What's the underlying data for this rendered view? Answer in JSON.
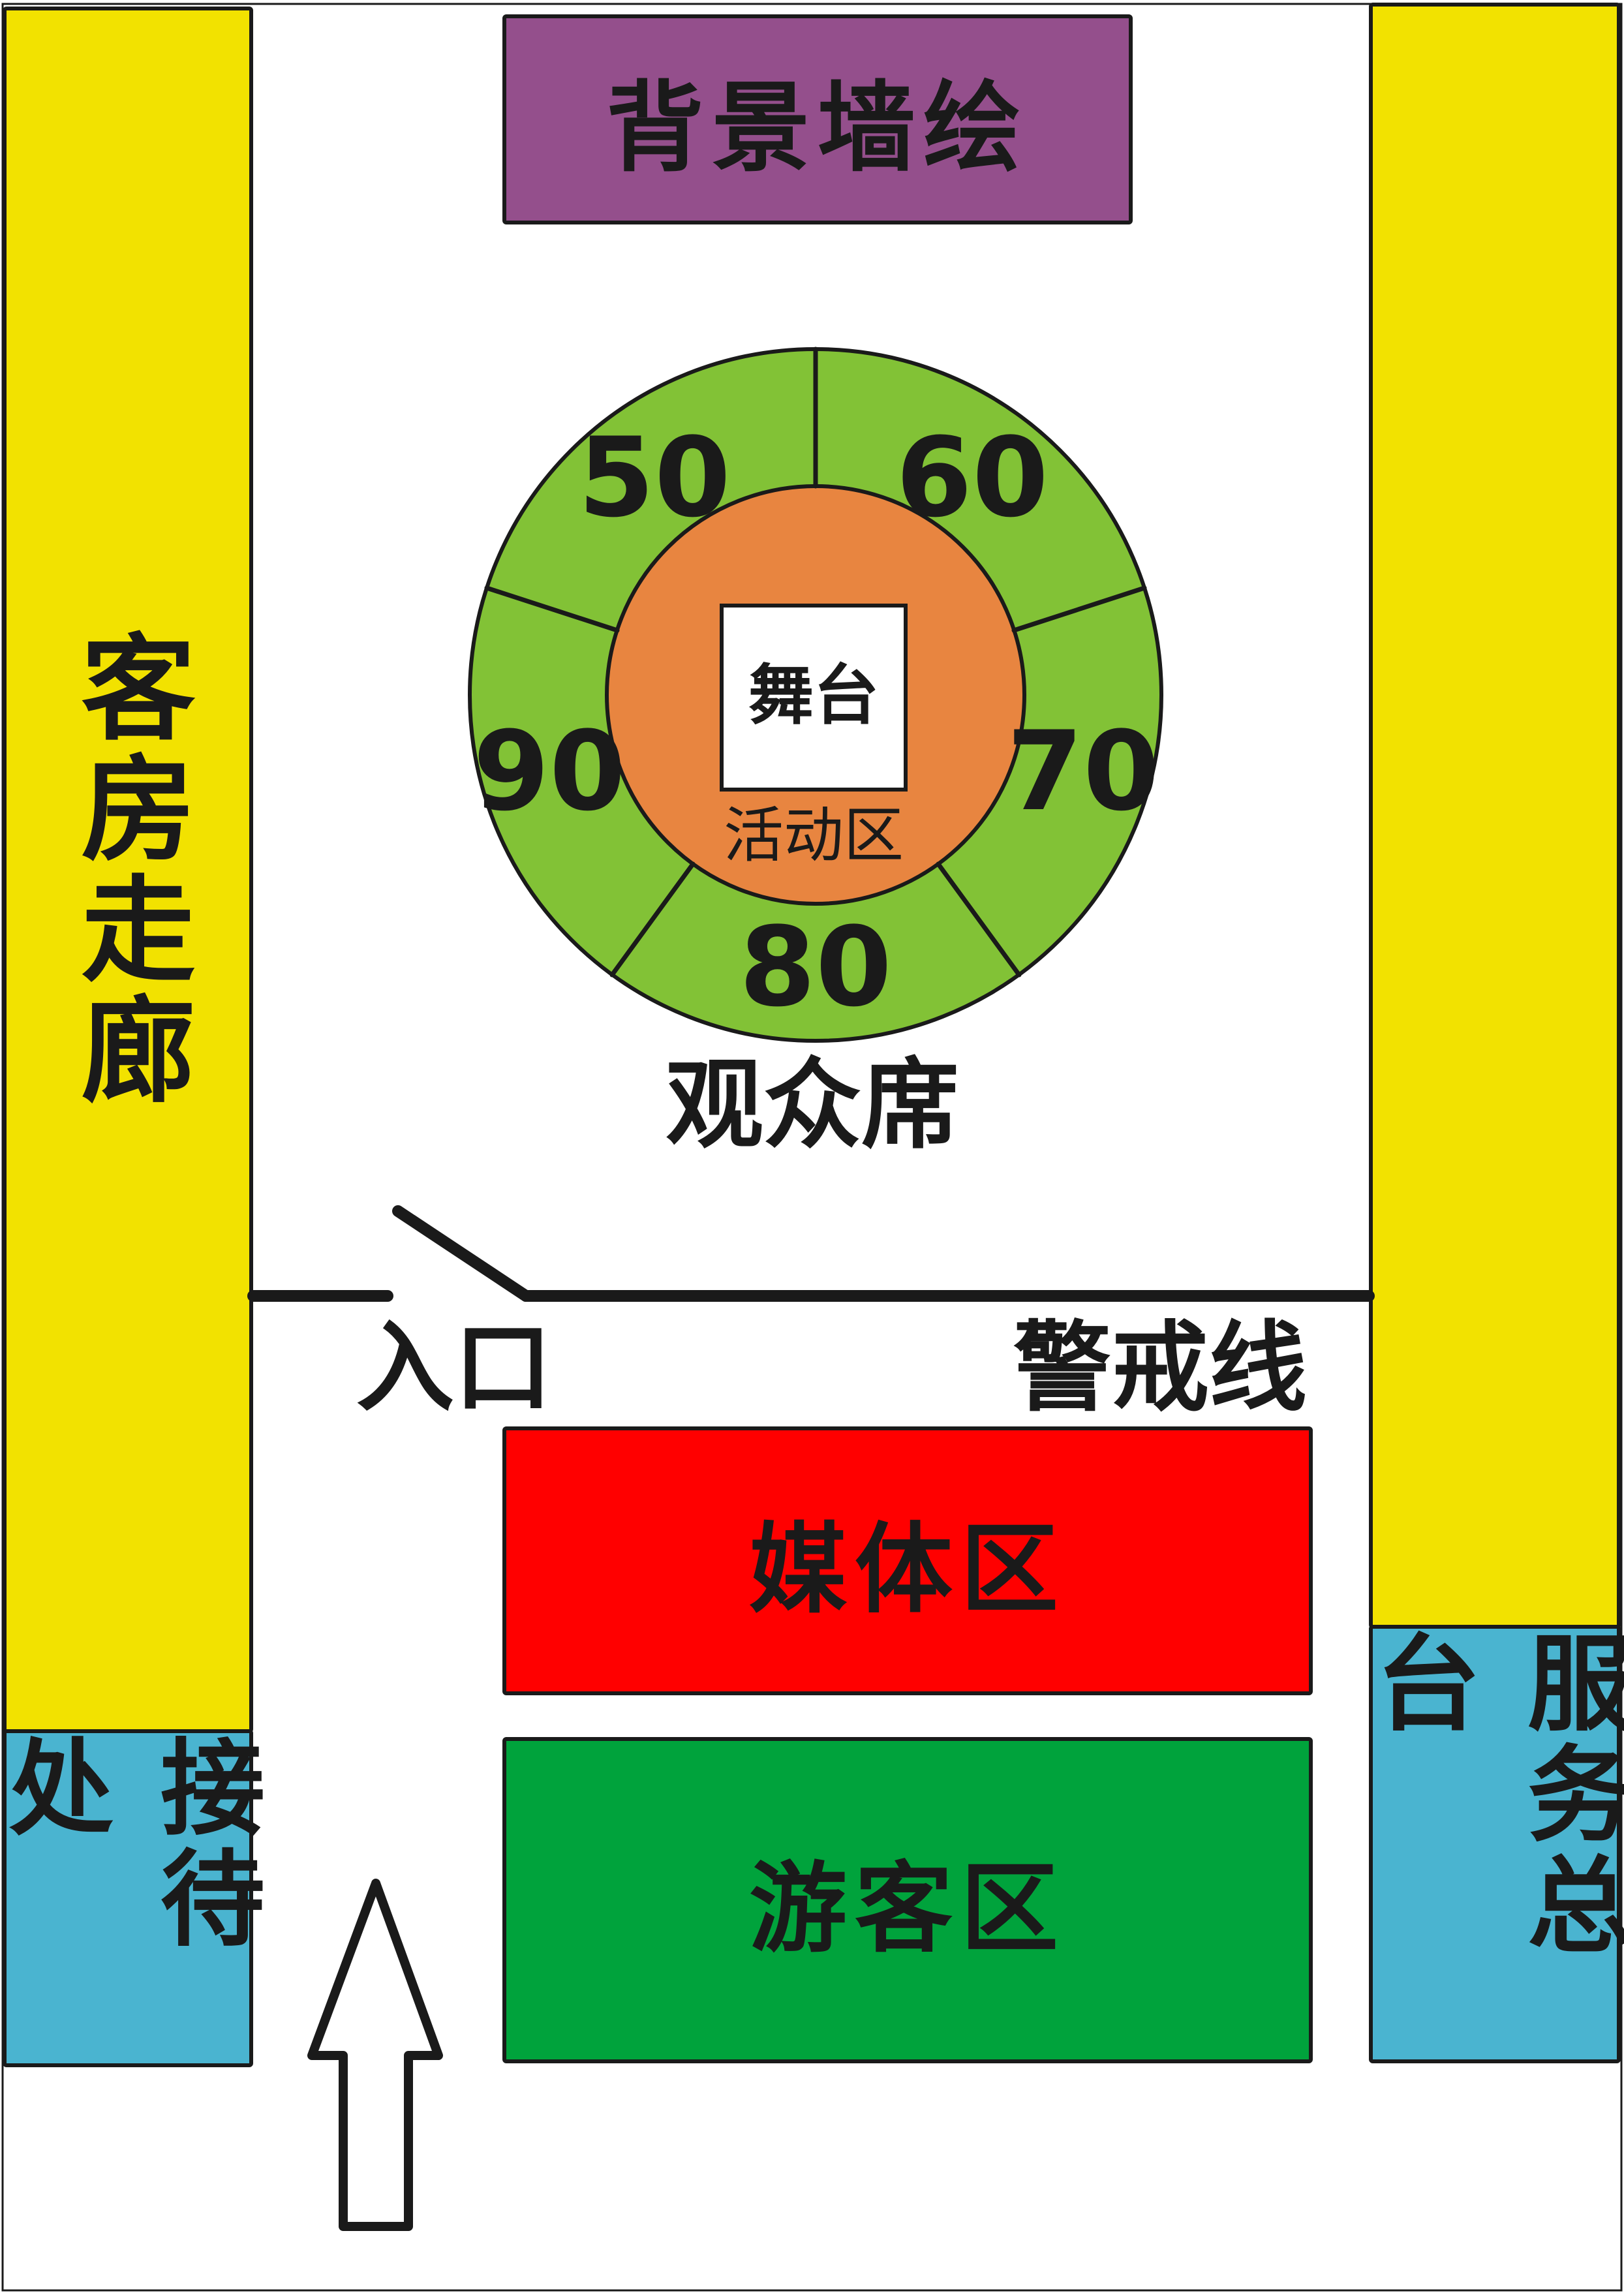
{
  "zones": {
    "background_mural": {
      "label": "背景墙绘",
      "color": "#944F8C"
    },
    "guest_corridor": {
      "label": "客房走廊",
      "color": "#F2E200"
    },
    "reception": {
      "label": "接待处",
      "color": "#4AB4D0"
    },
    "service_desk": {
      "label": "服务总台",
      "color": "#4AB4D0"
    },
    "right_column": {
      "color": "#F2E200"
    },
    "media_area": {
      "label": "媒体区",
      "color": "#FF0000"
    },
    "visitor_area": {
      "label": "游客区",
      "color": "#00A33C"
    }
  },
  "venue": {
    "seating_color": "#82C236",
    "activity_color": "#E88540",
    "stage_label": "舞台",
    "activity_label": "活动区",
    "audience_label": "观众席",
    "seat_sections": [
      "50",
      "60",
      "70",
      "80",
      "90"
    ]
  },
  "cordon": {
    "entrance_label": "入口",
    "line_label": "警戒线"
  }
}
